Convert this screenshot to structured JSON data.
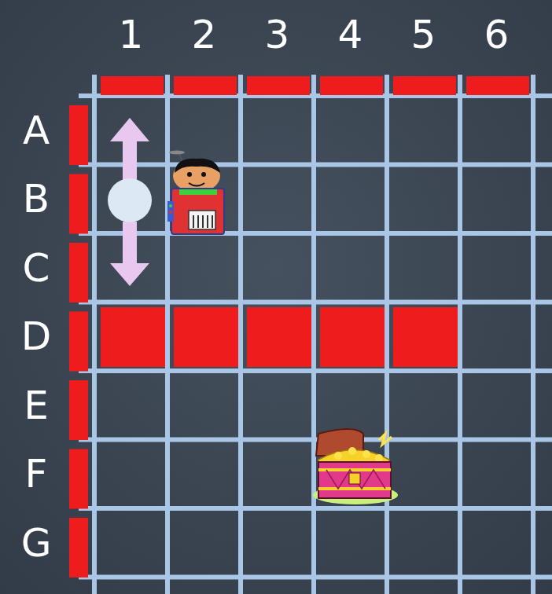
{
  "diagram": {
    "labels": [
      "1",
      "2",
      "3",
      "4",
      "5",
      "6",
      "A",
      "B",
      "C",
      "D",
      "E",
      "F",
      "G"
    ]
  }
}
